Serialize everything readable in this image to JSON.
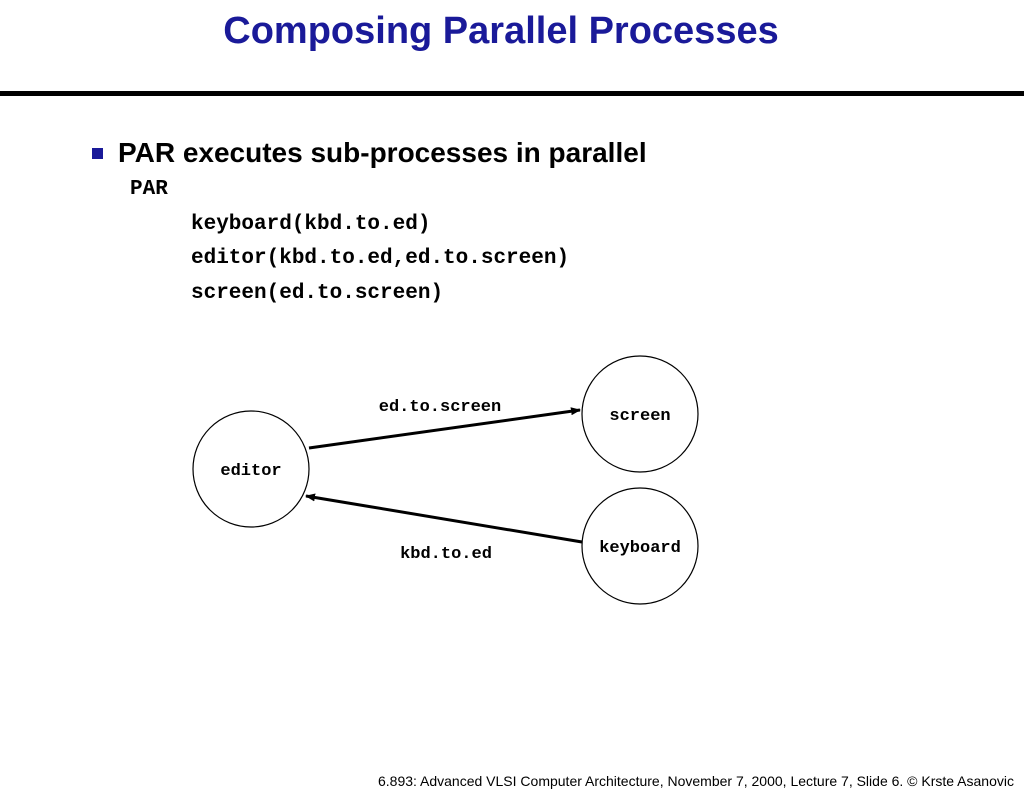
{
  "slide": {
    "title": "Composing Parallel Processes",
    "bullet": "PAR executes sub-processes in parallel",
    "code": [
      "PAR",
      "keyboard(kbd.to.ed)",
      "editor(kbd.to.ed,ed.to.screen)",
      "screen(ed.to.screen)"
    ],
    "footer": "6.893: Advanced VLSI Computer Architecture, November 7, 2000, Lecture 7, Slide 6. © Krste Asanovic"
  },
  "diagram": {
    "nodes": {
      "editor": "editor",
      "screen": "screen",
      "keyboard": "keyboard"
    },
    "edges": {
      "editor_to_screen": "ed.to.screen",
      "keyboard_to_editor": "kbd.to.ed"
    }
  },
  "colors": {
    "title": "#1a1a99",
    "bullet": "#1a1a99"
  }
}
